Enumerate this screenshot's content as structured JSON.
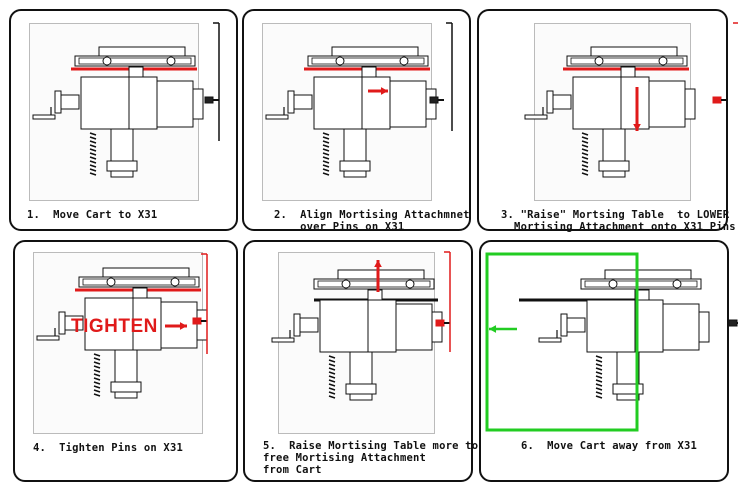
{
  "steps": [
    {
      "caption": "1.  Move Cart to X31"
    },
    {
      "caption": "2.  Align Mortising Attachmnet\n    over Pins on X31"
    },
    {
      "caption": "3. \"Raise\" Mortsing Table  to LOWER\n  Mortising Attachment onto X31 Pins"
    },
    {
      "caption": "4.  Tighten Pins on X31",
      "label": "TIGHTEN"
    },
    {
      "caption": "5.  Raise Mortising Table more to\nfree Mortising Attachment\nfrom Cart"
    },
    {
      "caption": "6.  Move Cart away from X31"
    }
  ],
  "colors": {
    "accent_red": "#e01a1a",
    "accent_green": "#22cc22",
    "line": "#111111"
  }
}
